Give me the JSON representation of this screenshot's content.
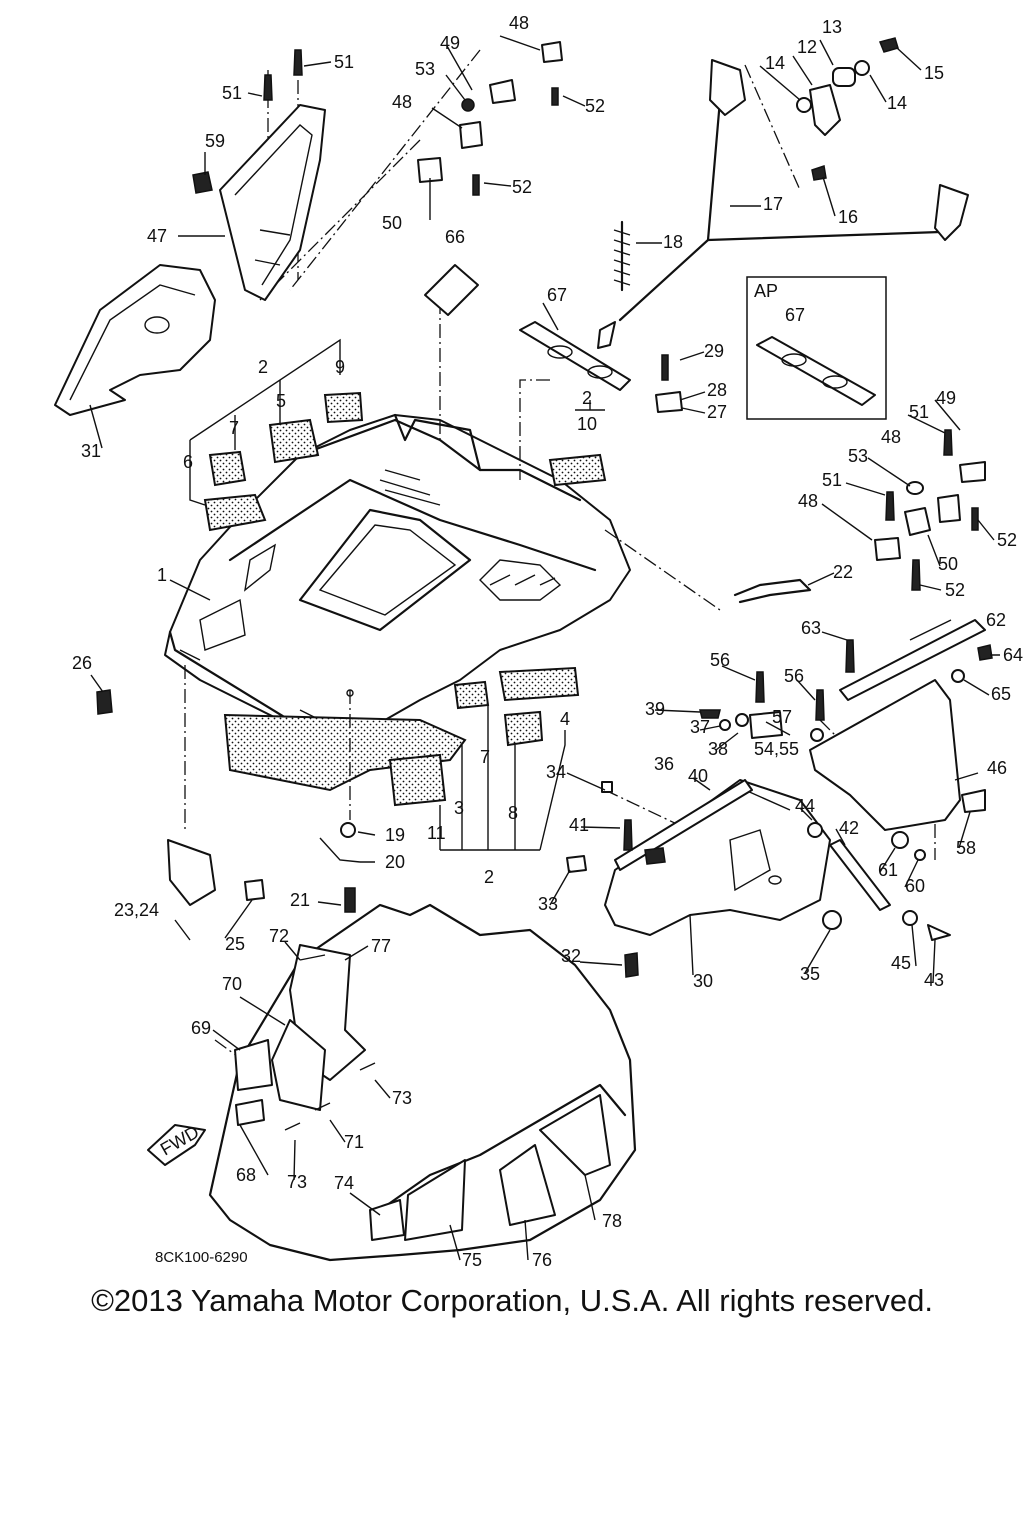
{
  "diagram": {
    "labels": {
      "p1": "1",
      "p2a": "2",
      "p2b": "2",
      "p2c": "2",
      "p3": "3",
      "p4": "4",
      "p5": "5",
      "p6": "6",
      "p7a": "7",
      "p7b": "7",
      "p8": "8",
      "p9": "9",
      "p10": "10",
      "p11": "11",
      "p12": "12",
      "p13": "13",
      "p14a": "14",
      "p14b": "14",
      "p15": "15",
      "p16": "16",
      "p17": "17",
      "p18": "18",
      "p19": "19",
      "p20": "20",
      "p21": "21",
      "p22": "22",
      "p2324": "23,24",
      "p25": "25",
      "p26": "26",
      "p27": "27",
      "p28": "28",
      "p29": "29",
      "p30": "30",
      "p31": "31",
      "p32": "32",
      "p33": "33",
      "p34": "34",
      "p35": "35",
      "p36": "36",
      "p37": "37",
      "p38": "38",
      "p39": "39",
      "p40": "40",
      "p41": "41",
      "p42": "42",
      "p43": "43",
      "p44": "44",
      "p45": "45",
      "p46": "46",
      "p47": "47",
      "p48a": "48",
      "p48b": "48",
      "p48c": "48",
      "p48d": "48",
      "p49a": "49",
      "p49b": "49",
      "p50a": "50",
      "p50b": "50",
      "p51a": "51",
      "p51b": "51",
      "p51c": "51",
      "p51d": "51",
      "p52a": "52",
      "p52b": "52",
      "p52c": "52",
      "p52d": "52",
      "p53a": "53",
      "p53b": "53",
      "p5455": "54,55",
      "p56a": "56",
      "p56b": "56",
      "p57": "57",
      "p58": "58",
      "p59": "59",
      "p60": "60",
      "p61": "61",
      "p62": "62",
      "p63": "63",
      "p64": "64",
      "p65": "65",
      "p66": "66",
      "p67a": "67",
      "p67b": "67",
      "p68": "68",
      "p69": "69",
      "p70": "70",
      "p71": "71",
      "p72": "72",
      "p73a": "73",
      "p73b": "73",
      "p74": "74",
      "p75": "75",
      "p76": "76",
      "p77": "77",
      "p78": "78"
    },
    "ap_label": "AP",
    "fwd_label": "FWD",
    "drawing_code": "8CK100-6290"
  },
  "footer": {
    "copyright": "©2013 Yamaha Motor Corporation, U.S.A. All rights reserved."
  }
}
